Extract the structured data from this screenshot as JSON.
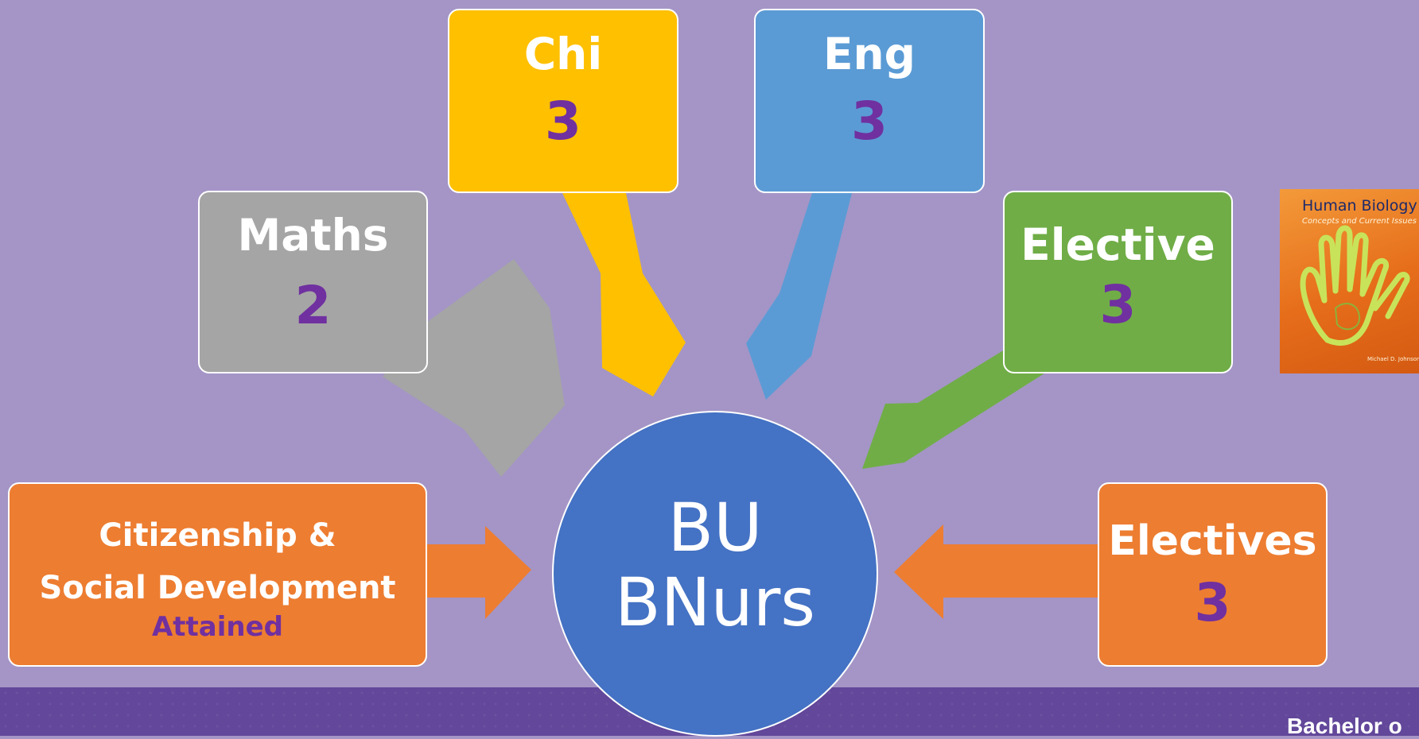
{
  "center": {
    "line1": "BU",
    "line2": "BNurs"
  },
  "nodes": {
    "chi": {
      "label": "Chi",
      "value": "3",
      "color": "#ffc000"
    },
    "eng": {
      "label": "Eng",
      "value": "3",
      "color": "#5b9bd5"
    },
    "maths": {
      "label": "Maths",
      "value": "2",
      "color": "#a5a5a5"
    },
    "elective": {
      "label": "Elective",
      "value": "3",
      "color": "#70ad47"
    },
    "citizenship": {
      "line1": "Citizenship &",
      "line2": "Social Development",
      "status": "Attained",
      "color": "#ed7d31"
    },
    "electives": {
      "label": "Electives",
      "value": "3",
      "color": "#ed7d31"
    }
  },
  "book_cover": {
    "title": "Human Biology",
    "subtitle": "Concepts and Current Issues",
    "author": "Michael D. Johnson",
    "icon": "hand-icon"
  },
  "footer": {
    "text": "Bachelor o"
  },
  "colors": {
    "background": "#a495c6",
    "footer_band": "#62479a",
    "value_text": "#7030a0",
    "center": "#4472c4"
  }
}
